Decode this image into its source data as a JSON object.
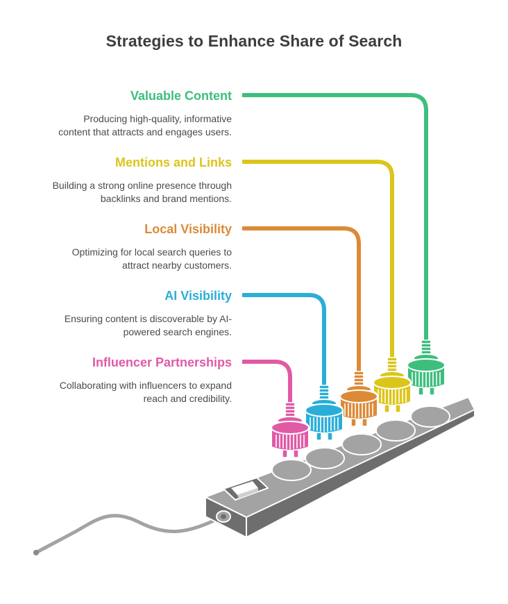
{
  "title": "Strategies to Enhance Share of Search",
  "strategies": [
    {
      "title": "Valuable Content",
      "desc_line1": "Producing high-quality, informative",
      "desc_line2": "content that attracts and engages users.",
      "color": "#3dbe7d"
    },
    {
      "title": "Mentions and Links",
      "desc_line1": "Building a strong online presence through",
      "desc_line2": "backlinks and brand mentions.",
      "color": "#dcc51b"
    },
    {
      "title": "Local Visibility",
      "desc_line1": "Optimizing for local search queries to",
      "desc_line2": "attract nearby customers.",
      "color": "#dc8a38"
    },
    {
      "title": "AI Visibility",
      "desc_line1": "Ensuring content is discoverable by AI-",
      "desc_line2": "powered search engines.",
      "color": "#2aaed8"
    },
    {
      "title": "Influencer Partnerships",
      "desc_line1": "Collaborating with influencers to expand",
      "desc_line2": "reach and credibility.",
      "color": "#e05aa6"
    }
  ],
  "power_strip": {
    "body_color": "#a3a3a3",
    "edge_color": "#6e6e6e",
    "outline_color": "#ffffff"
  }
}
